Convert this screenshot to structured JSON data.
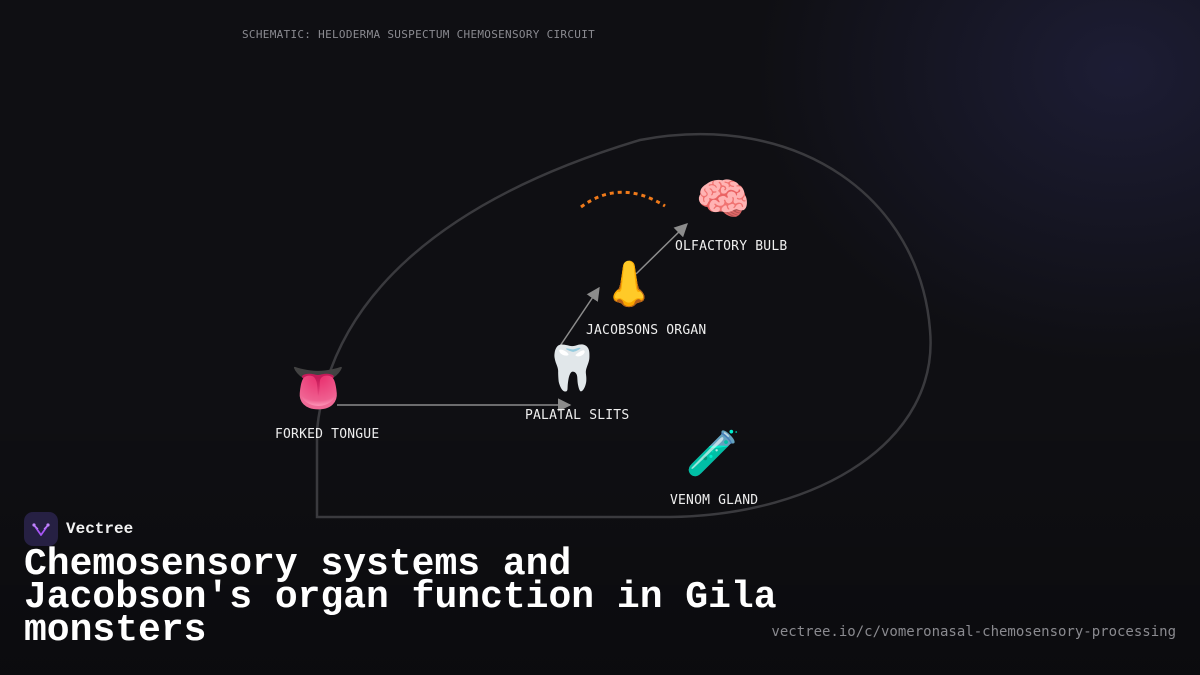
{
  "caption": "SCHEMATIC: HELODERMA SUSPECTUM CHEMOSENSORY CIRCUIT",
  "nodes": {
    "forked_tongue": {
      "icon": "👅",
      "icon_name": "tongue-icon",
      "label": "FORKED TONGUE"
    },
    "palatal_slits": {
      "icon": "🦷",
      "icon_name": "tooth-icon",
      "label": "PALATAL SLITS"
    },
    "jacobsons_organ": {
      "icon": "👃",
      "icon_name": "nose-icon",
      "label": "JACOBSONS ORGAN"
    },
    "olfactory_bulb": {
      "icon": "🧠",
      "icon_name": "brain-icon",
      "label": "OLFACTORY BULB"
    },
    "venom_gland": {
      "icon": "🧪",
      "icon_name": "test-tube-icon",
      "label": "VENOM GLAND"
    }
  },
  "colors": {
    "background": "#0f0f13",
    "arrow": "#8c8c8c",
    "loop": "#3a3a3e",
    "accent_arc": "#f07a1a",
    "brand_mark": "#262043",
    "brand_glyph": "#a855f7"
  },
  "brand": {
    "name": "Vectree",
    "icon_name": "vectree-logo-icon"
  },
  "title": "Chemosensory systems and Jacobson's organ function in Gila monsters",
  "url": "vectree.io/c/vomeronasal-chemosensory-processing"
}
